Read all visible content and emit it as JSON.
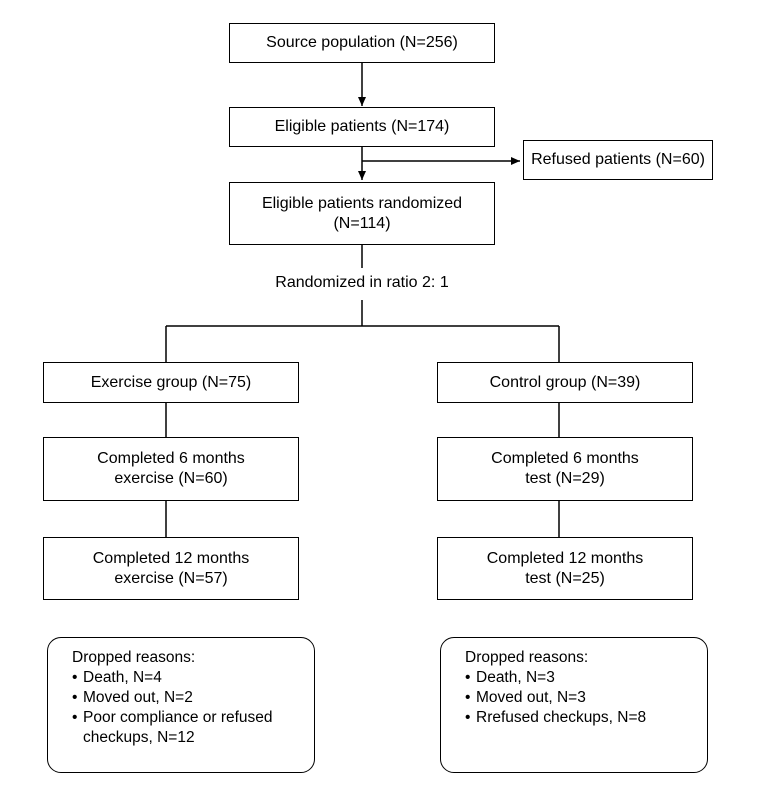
{
  "flowchart": {
    "source": {
      "text": "Source population (N=256)"
    },
    "eligible": {
      "text": "Eligible patients (N=174)"
    },
    "refused": {
      "text": "Refused patients (N=60)"
    },
    "randomized": {
      "line1": "Eligible patients randomized",
      "line2": "(N=114)"
    },
    "ratio_label": "Randomized in ratio 2: 1",
    "exercise": {
      "group": "Exercise group (N=75)",
      "m6": {
        "line1": "Completed 6 months",
        "line2": "exercise (N=60)"
      },
      "m12": {
        "line1": "Completed 12 months",
        "line2": "exercise (N=57)"
      },
      "dropped": {
        "title": "Dropped reasons:",
        "items": [
          "Death,  N=4",
          "Moved out, N=2",
          "Poor compliance or refused checkups, N=12"
        ]
      }
    },
    "control": {
      "group": "Control group (N=39)",
      "m6": {
        "line1": "Completed 6 months",
        "line2": "test (N=29)"
      },
      "m12": {
        "line1": "Completed 12 months",
        "line2": "test (N=25)"
      },
      "dropped": {
        "title": "Dropped reasons:",
        "items": [
          "Death,  N=3",
          "Moved out, N=3",
          "Rrefused checkups, N=8"
        ]
      }
    }
  }
}
